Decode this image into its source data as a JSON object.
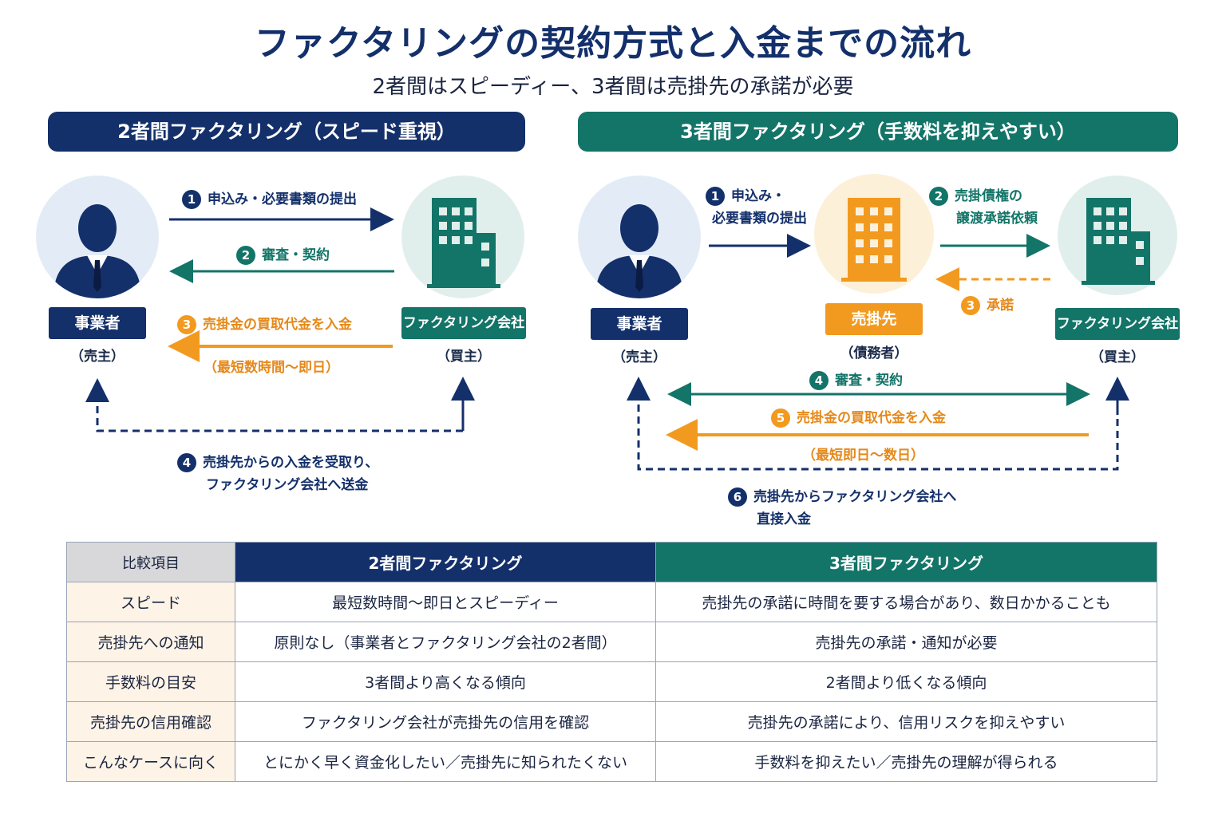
{
  "title": "ファクタリングの契約方式と入金までの流れ",
  "subtitle": "2者間はスピーディー、3者間は売掛先の承諾が必要",
  "two_party": {
    "banner": "2者間ファクタリング（スピード重視）",
    "seller_label": "事業者",
    "seller_role": "（売主）",
    "buyer_label": "ファクタリング会社",
    "buyer_role": "（買主）",
    "steps": [
      {
        "num": "1",
        "text": "申込み・必要書類の提出"
      },
      {
        "num": "2",
        "text": "審査・契約"
      },
      {
        "num": "3",
        "text": "売掛金の買取代金を入金"
      },
      {
        "num": "4",
        "line1": "売掛先からの入金を受取り、",
        "line2": "ファクタリング会社へ送金"
      }
    ],
    "time_note": "（最短数時間～即日）"
  },
  "three_party": {
    "banner": "3者間ファクタリング（手数料を抑えやすい）",
    "seller_label": "事業者",
    "seller_role": "（売主）",
    "debtor_label": "売掛先",
    "debtor_role": "（債務者）",
    "buyer_label": "ファクタリング会社",
    "buyer_role": "（買主）",
    "steps": [
      {
        "num": "1",
        "line1": "申込み・",
        "line2": "必要書類の提出"
      },
      {
        "num": "2",
        "line1": "売掛債権の",
        "line2": "譲渡承諾依頼"
      },
      {
        "num": "3",
        "text": "承諾"
      },
      {
        "num": "4",
        "text": "審査・契約"
      },
      {
        "num": "5",
        "text": "売掛金の買取代金を入金"
      },
      {
        "num": "6",
        "line1": "売掛先からファクタリング会社へ",
        "line2": "直接入金"
      }
    ],
    "time_note": "（最短即日～数日）"
  },
  "comparison": {
    "headers": [
      "比較項目",
      "2者間ファクタリング",
      "3者間ファクタリング"
    ],
    "rows": [
      [
        "スピード",
        "最短数時間～即日とスピーディー",
        "売掛先の承諾に時間を要する場合があり、数日かかることも"
      ],
      [
        "売掛先への通知",
        "原則なし（事業者とファクタリング会社の2者間）",
        "売掛先の承諾・通知が必要"
      ],
      [
        "手数料の目安",
        "3者間より高くなる傾向",
        "2者間より低くなる傾向"
      ],
      [
        "売掛先の信用確認",
        "ファクタリング会社が売掛先の信用を確認",
        "売掛先の承諾により、信用リスクを抑えやすい"
      ],
      [
        "こんなケースに向く",
        "とにかく早く資金化したい／売掛先に知られたくない",
        "手数料を抑えたい／売掛先の理解が得られる"
      ]
    ]
  },
  "colors": {
    "navy": "#14306b",
    "teal": "#137468",
    "orange": "#f29a1f"
  }
}
